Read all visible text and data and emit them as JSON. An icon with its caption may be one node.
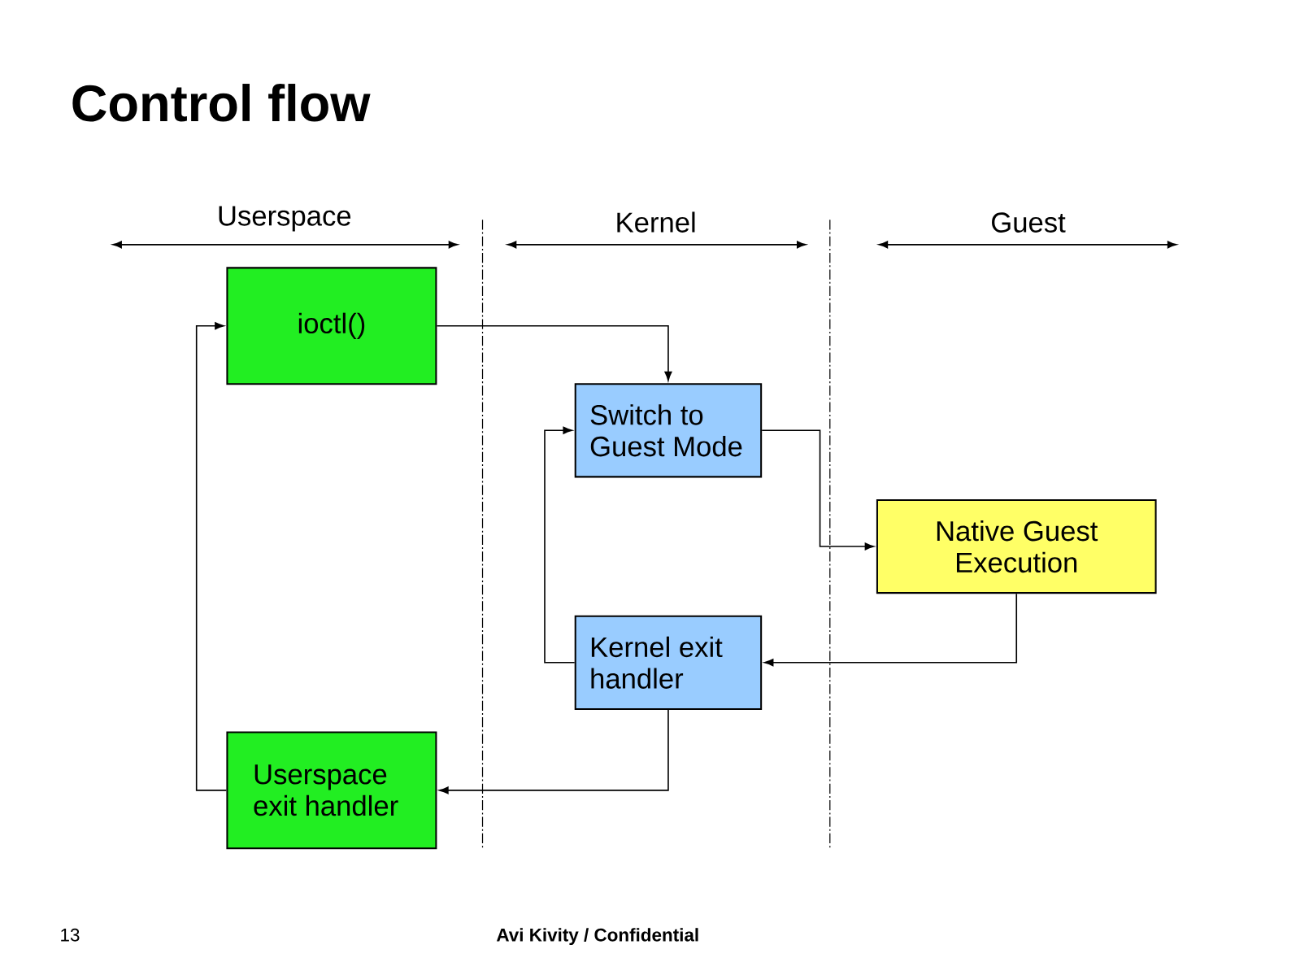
{
  "diagram": {
    "title": "Control flow",
    "nodes": [
      {
        "text": [
          "ioctl()"
        ]
      },
      {
        "text": [
          "Switch to Guest Mode"
        ]
      },
      {
        "text": [
          "Native Guest Execution"
        ]
      },
      {
        "text": [
          "Kernel exit handler"
        ]
      },
      {
        "text": [
          "Userspace exit handler"
        ]
      }
    ],
    "edges": [
      {
        "from": 0,
        "to": 1,
        "arrow": "to"
      },
      {
        "from": 1,
        "to": 2,
        "arrow": "to"
      },
      {
        "from": 2,
        "to": 3,
        "arrow": "to"
      },
      {
        "from": 3,
        "to": 1,
        "arrow": "to"
      },
      {
        "from": 3,
        "to": 4,
        "arrow": "to"
      },
      {
        "from": 4,
        "to": 0,
        "arrow": "to"
      }
    ],
    "labels": [
      "Userspace",
      "Kernel",
      "Guest",
      "13",
      "Avi Kivity / Confidential"
    ]
  }
}
